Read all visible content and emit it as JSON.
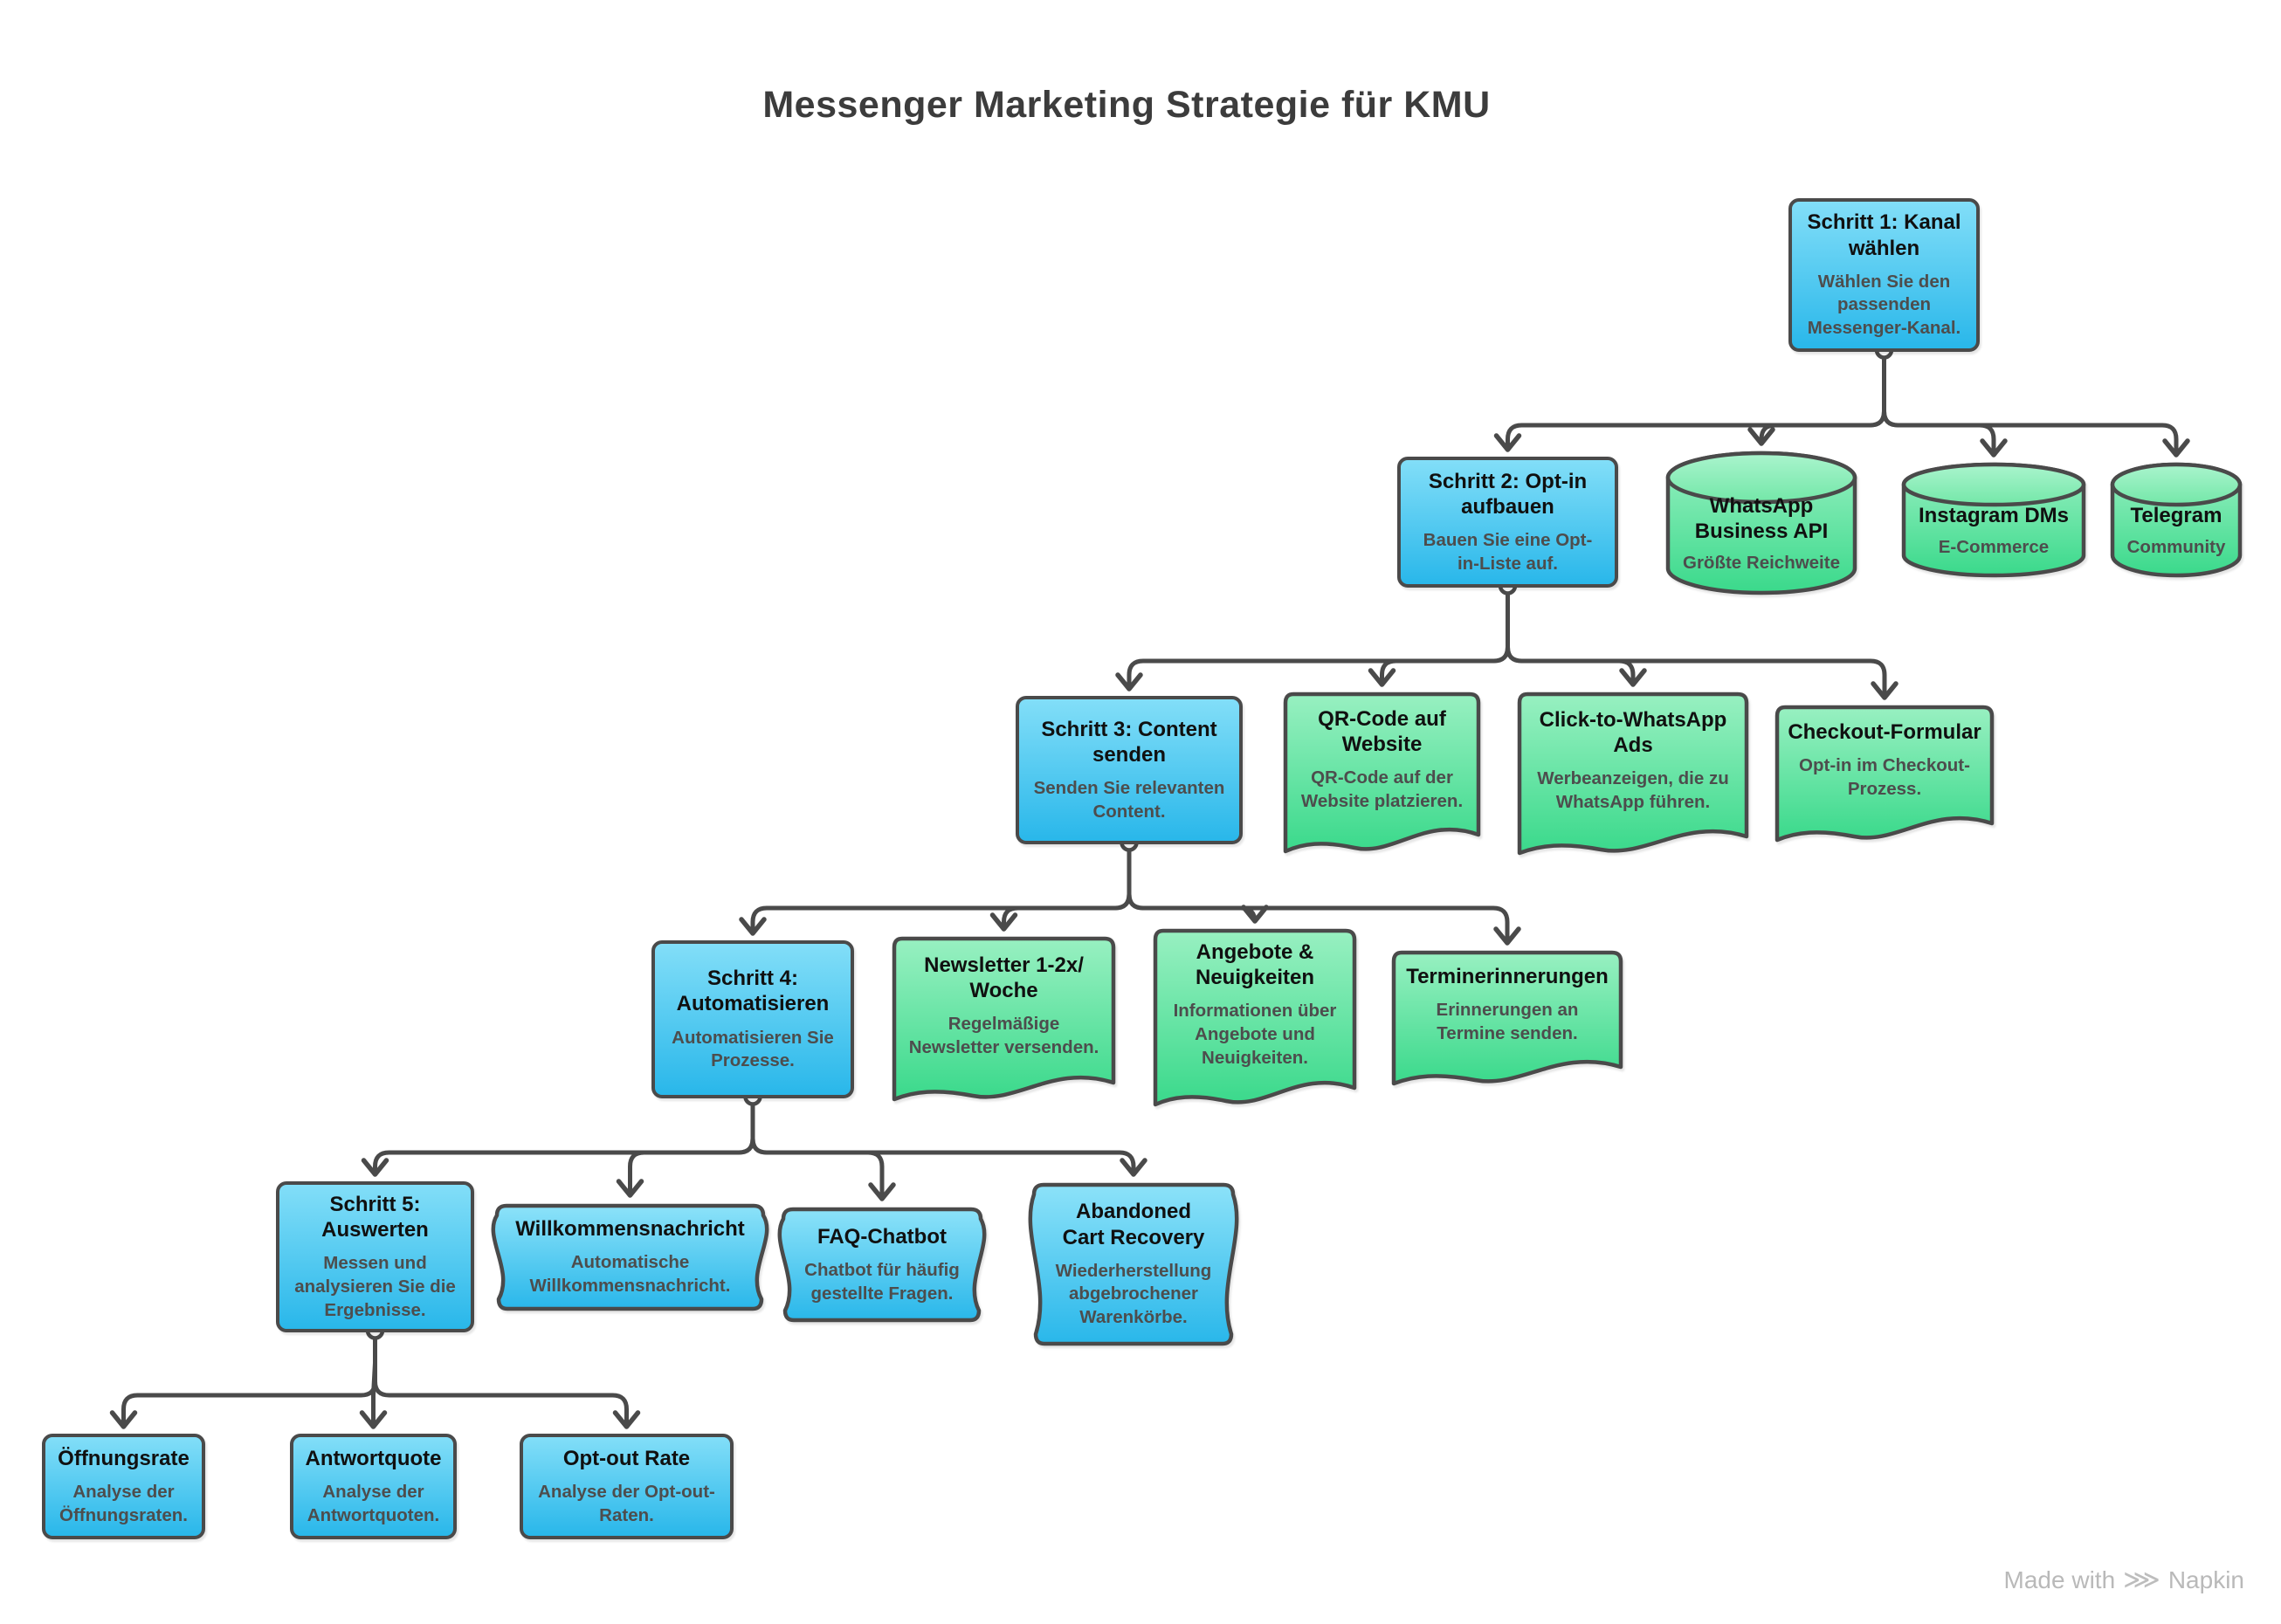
{
  "page": {
    "title": "Messenger Marketing Strategie für KMU",
    "watermark_prefix": "Made with",
    "watermark_brand": "Napkin"
  },
  "theme": {
    "node_blue_top": "#82def8",
    "node_blue_bottom": "#29b7ea",
    "node_green_top": "#98f0c1",
    "node_green_bottom": "#3ad98b",
    "border": "#4a4a4a",
    "body_text": "#4d4d4d",
    "title_text": "#101010"
  },
  "nodes": {
    "schritt1": {
      "title": "Schritt 1: Kanal wählen",
      "body": "Wählen Sie den passenden Messenger-Kanal."
    },
    "schritt2": {
      "title": "Schritt 2: Opt-in aufbauen",
      "body": "Bauen Sie eine Opt-in-Liste auf."
    },
    "whatsapp": {
      "title": "WhatsApp Business API",
      "body": "Größte Reichweite"
    },
    "instagram": {
      "title": "Instagram DMs",
      "body": "E-Commerce"
    },
    "telegram": {
      "title": "Telegram",
      "body": "Community"
    },
    "schritt3": {
      "title": "Schritt 3: Content senden",
      "body": "Senden Sie relevanten Content."
    },
    "qr": {
      "title": "QR-Code auf Website",
      "body": "QR-Code auf der Website platzieren."
    },
    "click": {
      "title": "Click-to-WhatsApp Ads",
      "body": "Werbeanzeigen, die zu WhatsApp führen."
    },
    "checkout": {
      "title": "Checkout-Formular",
      "body": "Opt-in im Checkout-Prozess."
    },
    "schritt4": {
      "title": "Schritt 4: Automatisieren",
      "body": "Automatisieren Sie Prozesse."
    },
    "newsletter": {
      "title": "Newsletter 1-2x/​Woche",
      "body": "Regelmäßige Newsletter versenden."
    },
    "angebote": {
      "title": "Angebote & Neuigkeiten",
      "body": "Informationen über Angebote und Neuigkeiten."
    },
    "termin": {
      "title": "Terminerinnerungen",
      "body": "Erinnerungen an Termine senden."
    },
    "schritt5": {
      "title": "Schritt 5: Auswerten",
      "body": "Messen und analysieren Sie die Ergebnisse."
    },
    "willkommen": {
      "title": "Willkommensnachricht",
      "body": "Automatische Willkommensnachricht."
    },
    "faq": {
      "title": "FAQ-Chatbot",
      "body": "Chatbot für häufig gestellte Fragen."
    },
    "abandoned": {
      "title": "Abandoned Cart Recovery",
      "body": "Wiederherstellung abgebrochener Warenkörbe."
    },
    "oeffnung": {
      "title": "Öffnungsrate",
      "body": "Analyse der Öffnungsraten."
    },
    "antwort": {
      "title": "Antwortquote",
      "body": "Analyse der Antwortquoten."
    },
    "optout": {
      "title": "Opt-out Rate",
      "body": "Analyse der Opt-out-Raten."
    }
  }
}
